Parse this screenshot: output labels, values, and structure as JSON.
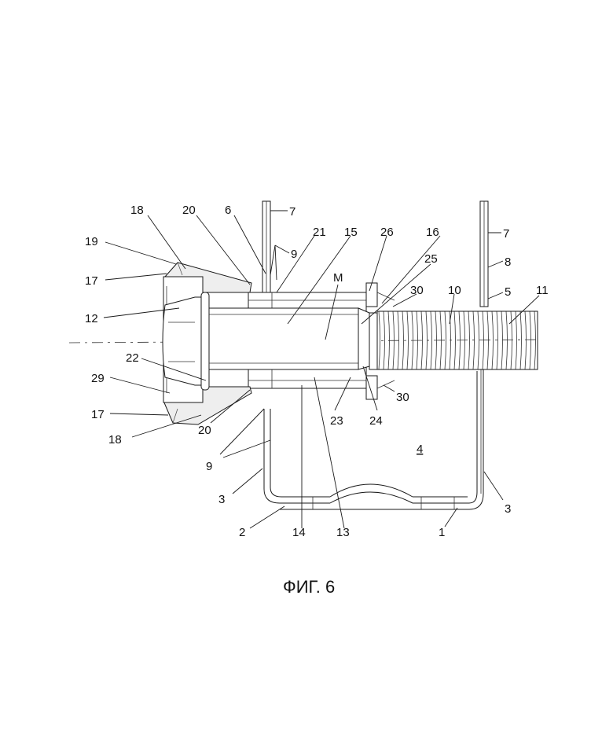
{
  "figure": {
    "caption": "ФИГ. 6",
    "labels": [
      {
        "id": "l18a",
        "text": "18"
      },
      {
        "id": "l20a",
        "text": "20"
      },
      {
        "id": "l6",
        "text": "6"
      },
      {
        "id": "l7a",
        "text": "7"
      },
      {
        "id": "l19",
        "text": "19"
      },
      {
        "id": "l9a",
        "text": "9"
      },
      {
        "id": "l21",
        "text": "21"
      },
      {
        "id": "l15",
        "text": "15"
      },
      {
        "id": "l26",
        "text": "26"
      },
      {
        "id": "l16",
        "text": "16"
      },
      {
        "id": "l7b",
        "text": "7"
      },
      {
        "id": "l17a",
        "text": "17"
      },
      {
        "id": "lM",
        "text": "M"
      },
      {
        "id": "l25",
        "text": "25"
      },
      {
        "id": "l8",
        "text": "8"
      },
      {
        "id": "l30a",
        "text": "30"
      },
      {
        "id": "l10",
        "text": "10"
      },
      {
        "id": "l5",
        "text": "5"
      },
      {
        "id": "l11",
        "text": "11"
      },
      {
        "id": "l12",
        "text": "12"
      },
      {
        "id": "l22",
        "text": "22"
      },
      {
        "id": "l29",
        "text": "29"
      },
      {
        "id": "l30b",
        "text": "30"
      },
      {
        "id": "l17b",
        "text": "17"
      },
      {
        "id": "l20b",
        "text": "20"
      },
      {
        "id": "l23",
        "text": "23"
      },
      {
        "id": "l24",
        "text": "24"
      },
      {
        "id": "l18b",
        "text": "18"
      },
      {
        "id": "l4",
        "text": "4"
      },
      {
        "id": "l9b",
        "text": "9"
      },
      {
        "id": "l3a",
        "text": "3"
      },
      {
        "id": "l3b",
        "text": "3"
      },
      {
        "id": "l2",
        "text": "2"
      },
      {
        "id": "l14",
        "text": "14"
      },
      {
        "id": "l13",
        "text": "13"
      },
      {
        "id": "l1",
        "text": "1"
      }
    ]
  }
}
